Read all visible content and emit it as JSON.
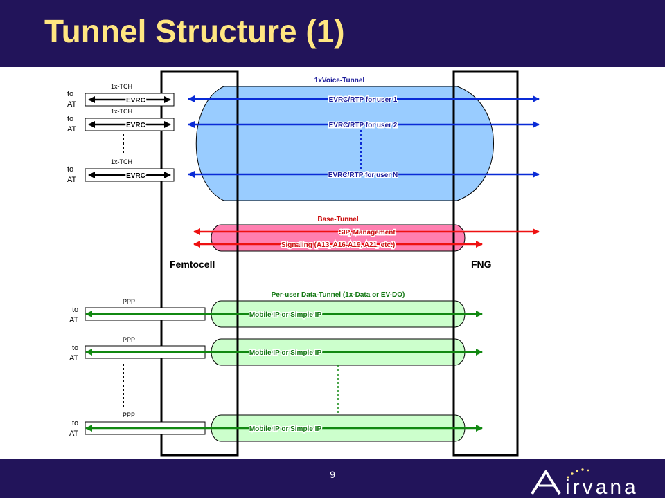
{
  "slide": {
    "title": "Tunnel Structure (1)",
    "page_number": "9",
    "logo_text": "irvana"
  },
  "diagram": {
    "nodes": {
      "femtocell": "Femtocell",
      "fng": "FNG"
    },
    "voice_tunnel": {
      "label": "1xVoice-Tunnel",
      "channel_label": "1x-TCH",
      "codec_label": "EVRC",
      "to_at": [
        "to",
        "AT"
      ],
      "users": [
        "EVRC/RTP for user 1",
        "EVRC/RTP for user 2",
        "EVRC/RTP for user N"
      ]
    },
    "base_tunnel": {
      "label": "Base-Tunnel",
      "flows": [
        "SIP, Management",
        "Signaling (A13, A16-A19, A21, etc.)"
      ]
    },
    "data_tunnel": {
      "label": "Per-user Data-Tunnel (1x-Data or EV-DO)",
      "channel_label": "PPP",
      "to_at": [
        "to",
        "AT"
      ],
      "flow_label": "Mobile IP or Simple IP"
    },
    "colors": {
      "header_bg": "#22145a",
      "title": "#ffe681",
      "voice_fill": "#99ccff",
      "voice_arrow": "#0a2bd6",
      "base_fill": "#ff7fb0",
      "base_arrow": "#ee1111",
      "data_fill": "#ccffcc",
      "data_arrow": "#118811",
      "label_blue": "#1a1a99",
      "label_red": "#cc1111",
      "label_green": "#117711"
    }
  }
}
